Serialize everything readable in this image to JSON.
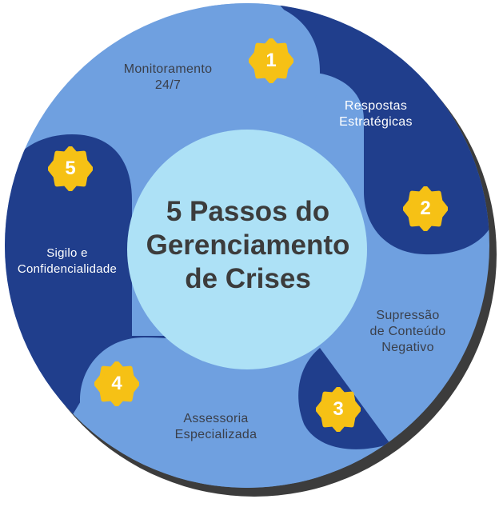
{
  "title": {
    "line1": "5 Passos do",
    "line2": "Gerenciamento",
    "line3": "de Crises"
  },
  "steps": [
    {
      "number": "1",
      "line1": "Monitoramento",
      "line2": "24/7"
    },
    {
      "number": "2",
      "line1": "Respostas",
      "line2": "Estratégicas"
    },
    {
      "number": "3",
      "line1": "Supressão",
      "line2": "de Conteúdo",
      "line3": "Negativo"
    },
    {
      "number": "4",
      "line1": "Assessoria",
      "line2": "Especializada"
    },
    {
      "number": "5",
      "line1": "Sigilo e",
      "line2": "Confidencialidade"
    }
  ],
  "colors": {
    "light_blue": "#6fa0e0",
    "dark_blue": "#203e8c",
    "center": "#ade1f6",
    "badge": "#f6c115",
    "shadow": "#3c3c3c"
  }
}
